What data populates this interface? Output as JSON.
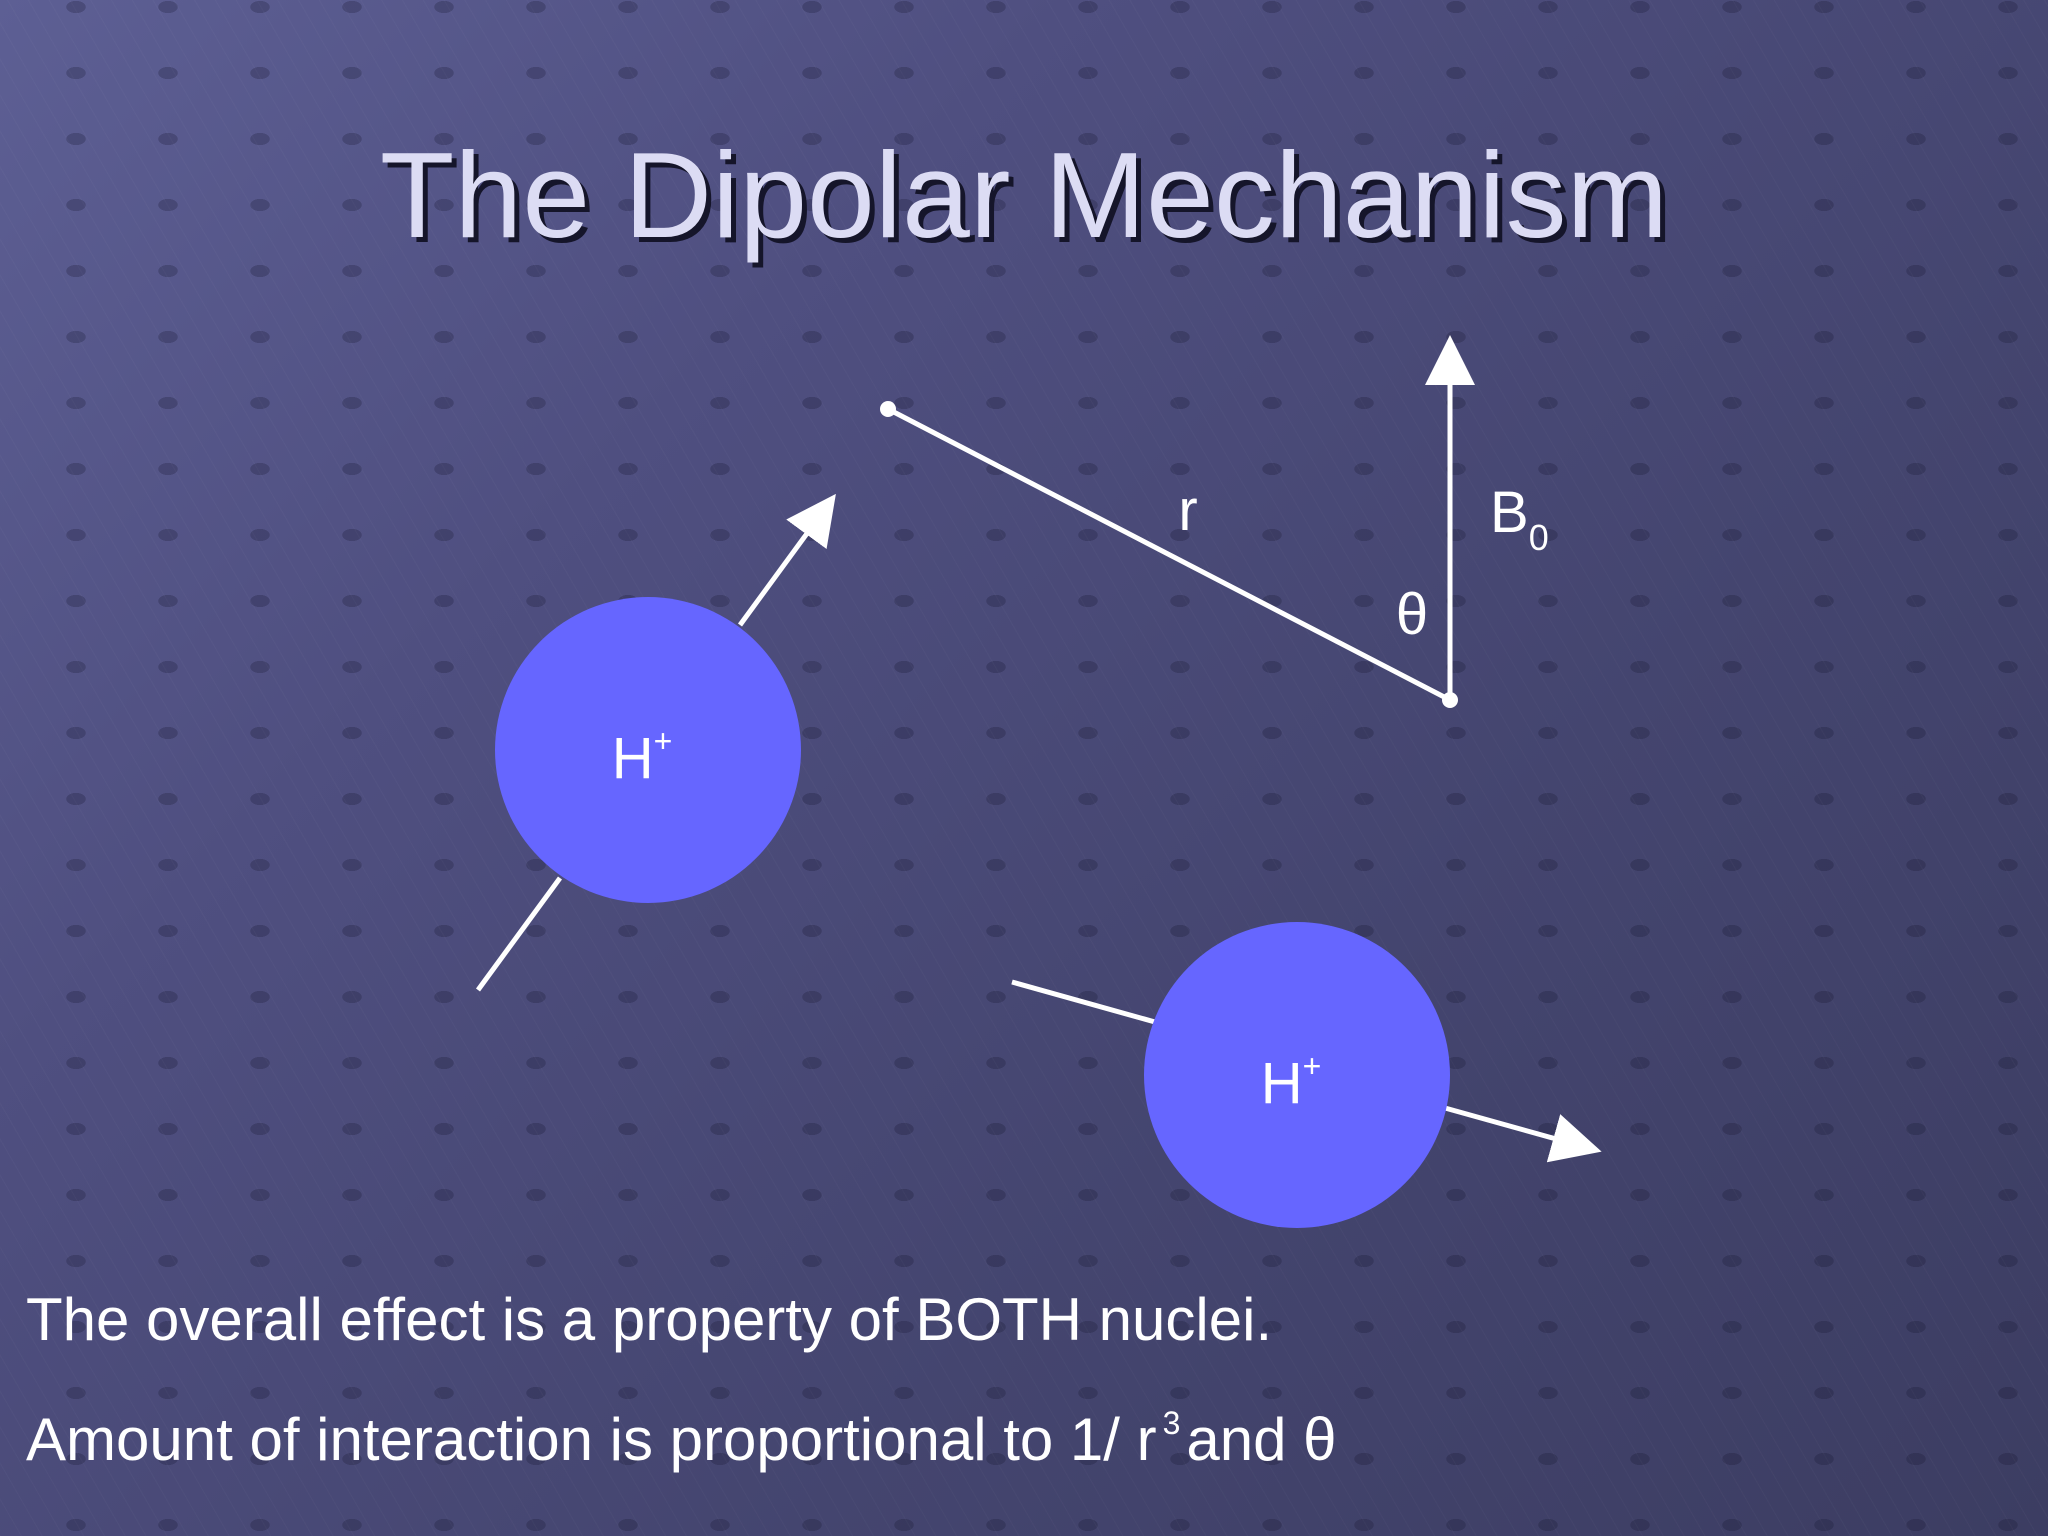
{
  "slide": {
    "title": "The Dipolar Mechanism",
    "line1": "The overall effect is a property of BOTH nuclei.",
    "line2_before": "Amount of interaction is proportional to 1/ r",
    "line2_exponent": "3",
    "line2_after": "and θ"
  },
  "diagram": {
    "nucleus_label": "H",
    "nucleus_charge": "+",
    "distance_label": "r",
    "angle_label": "θ",
    "field_label": "B",
    "field_subscript": "0"
  },
  "colors": {
    "background": "#4f4f80",
    "nucleus": "#6666ff",
    "lines": "#ffffff",
    "title": "#dcdcf4"
  }
}
